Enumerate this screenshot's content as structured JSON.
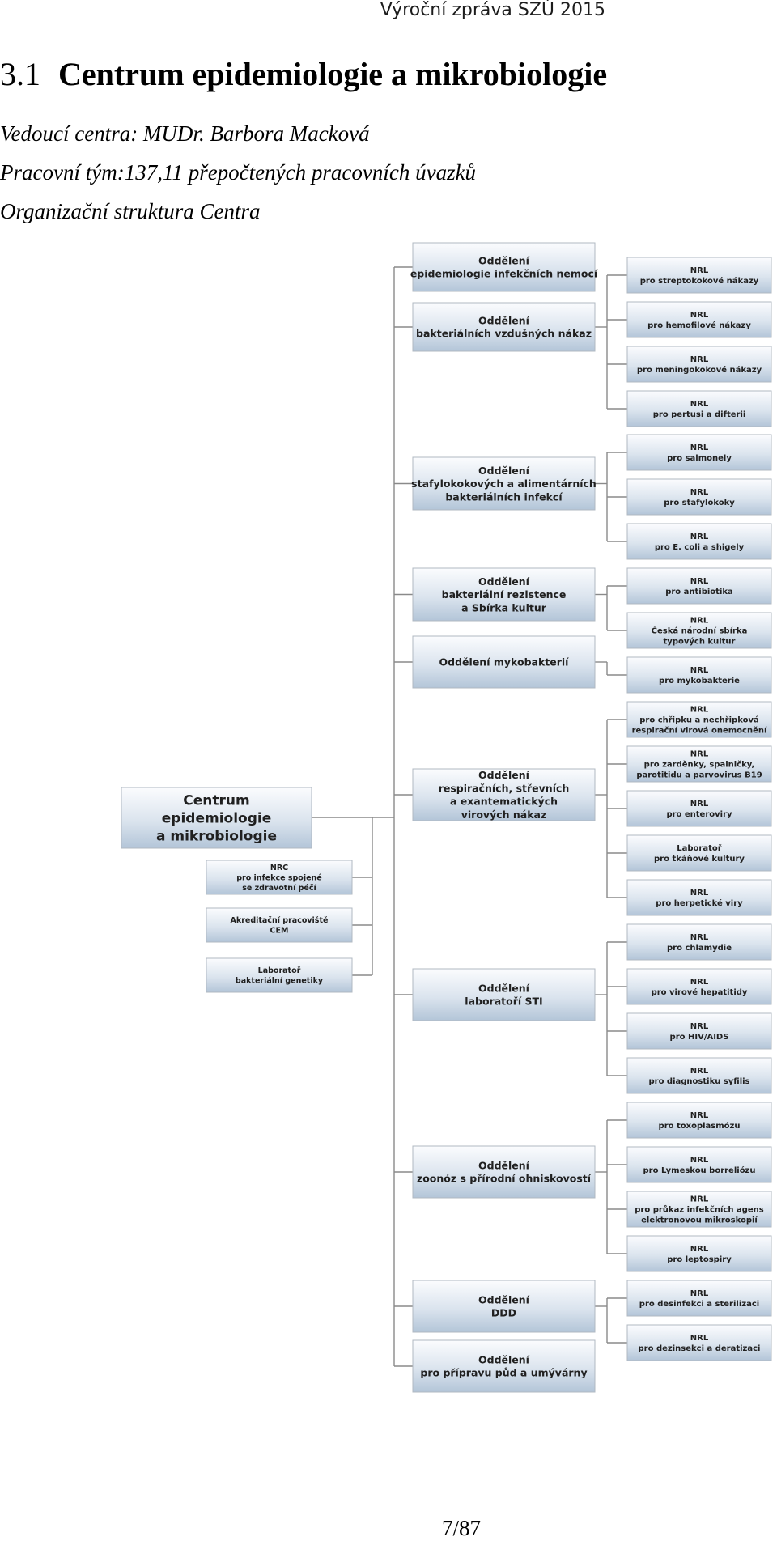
{
  "header": {
    "report_title": "Výroční zpráva SZÚ 2015"
  },
  "section": {
    "number": "3.1",
    "title": "Centrum epidemiologie a mikrobiologie",
    "head": "Vedoucí centra: MUDr. Barbora Macková",
    "team": "Pracovní tým:137,11 přepočtených pracovních úvazků",
    "structure_label": "Organizační struktura Centra"
  },
  "org": {
    "root": [
      "Centrum",
      "epidemiologie",
      "a mikrobiologie"
    ],
    "side_units": [
      [
        "NRC",
        "pro infekce spojené",
        "se zdravotní péčí"
      ],
      [
        "Akreditační pracoviště",
        "CEM"
      ],
      [
        "Laboratoř",
        "bakteriální genetiky"
      ]
    ],
    "departments": [
      {
        "label": [
          "Oddělení",
          "epidemiologie infekčních nemocí"
        ],
        "labs": []
      },
      {
        "label": [
          "Oddělení",
          "bakteriálních vzdušných nákaz"
        ],
        "labs": [
          [
            "NRL",
            "pro streptokokové nákazy"
          ],
          [
            "NRL",
            "pro hemofilové nákazy"
          ],
          [
            "NRL",
            "pro meningokokové nákazy"
          ],
          [
            "NRL",
            "pro pertusi a difterii"
          ]
        ]
      },
      {
        "label": [
          "Oddělení",
          "stafylokokových a alimentárních",
          "bakteriálních infekcí"
        ],
        "labs": [
          [
            "NRL",
            "pro salmonely"
          ],
          [
            "NRL",
            "pro stafylokoky"
          ],
          [
            "NRL",
            "pro E. coli a shigely"
          ]
        ]
      },
      {
        "label": [
          "Oddělení",
          "bakteriální rezistence",
          "a Sbírka kultur"
        ],
        "labs": [
          [
            "NRL",
            "pro antibiotika"
          ],
          [
            "NRL",
            "Česká národní sbírka",
            "typových kultur"
          ]
        ]
      },
      {
        "label": [
          "Oddělení mykobakterií"
        ],
        "labs": [
          [
            "NRL",
            "pro mykobakterie"
          ]
        ]
      },
      {
        "label": [
          "Oddělení",
          "respiračních, střevních",
          "a exantematických",
          "virových nákaz"
        ],
        "labs": [
          [
            "NRL",
            "pro chřipku a nechřipková",
            "respirační virová onemocnění"
          ],
          [
            "NRL",
            "pro zarděnky, spalničky,",
            "parotitidu a parvovirus B19"
          ],
          [
            "NRL",
            "pro enteroviry"
          ],
          [
            "Laboratoř",
            "pro tkáňové kultury"
          ],
          [
            "NRL",
            "pro herpetické viry"
          ]
        ]
      },
      {
        "label": [
          "Oddělení",
          "laboratoří STI"
        ],
        "labs": [
          [
            "NRL",
            "pro chlamydie"
          ],
          [
            "NRL",
            "pro virové hepatitidy"
          ],
          [
            "NRL",
            "pro HIV/AIDS"
          ],
          [
            "NRL",
            "pro diagnostiku syfilis"
          ]
        ]
      },
      {
        "label": [
          "Oddělení",
          "zoonóz s přírodní ohniskovostí"
        ],
        "labs": [
          [
            "NRL",
            "pro toxoplasmózu"
          ],
          [
            "NRL",
            "pro Lymeskou borreliózu"
          ],
          [
            "NRL",
            "pro průkaz infekčních agens",
            "elektronovou mikroskopií"
          ],
          [
            "NRL",
            "pro leptospiry"
          ]
        ]
      },
      {
        "label": [
          "Oddělení",
          "DDD"
        ],
        "labs": [
          [
            "NRL",
            "pro desinfekci a sterilizaci"
          ],
          [
            "NRL",
            "pro dezinsekci a deratizaci"
          ]
        ]
      },
      {
        "label": [
          "Oddělení",
          "pro přípravu půd a umývárny"
        ],
        "labs": []
      }
    ]
  },
  "footer": {
    "page": "7/87"
  }
}
